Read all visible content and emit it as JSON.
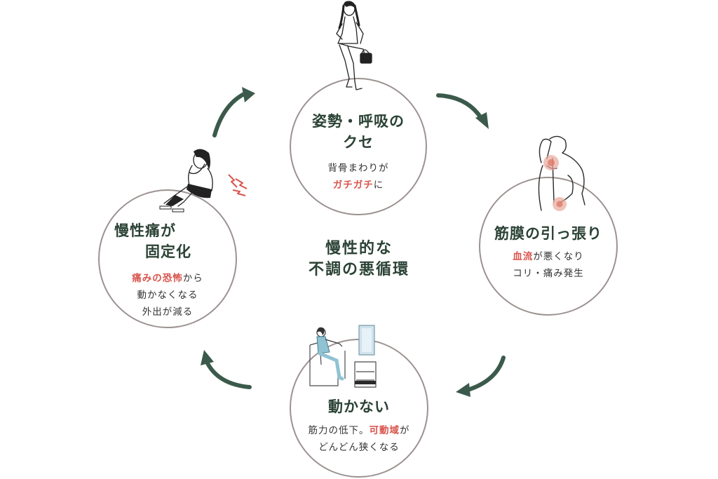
{
  "center": {
    "line1": "慢性的な",
    "line2": "不調の悪循環"
  },
  "nodes": {
    "top": {
      "title_line1": "姿勢・呼吸の",
      "title_line2": "クセ",
      "desc_line1": "背骨まわりが",
      "desc_line2_red": "ガチガチ",
      "desc_line2_rest": "に"
    },
    "right": {
      "title": "筋膜の引っ張り",
      "desc_line1_red": "血流",
      "desc_line1_rest": "が悪くなり",
      "desc_line2": "コリ・痛み発生"
    },
    "bottom": {
      "title": "動かない",
      "desc_line1_pre": "筋力の低下。",
      "desc_line1_red": "可動域",
      "desc_line1_post": "が",
      "desc_line2": "どんどん狭くなる"
    },
    "left": {
      "title_line1": "慢性痛が",
      "title_line2": "固定化",
      "desc_line1_red": "痛みの恐怖",
      "desc_line1_rest": "から",
      "desc_line2": "動かなくなる",
      "desc_line3": "外出が減る"
    }
  },
  "colors": {
    "circle_border": "#9b9290",
    "title_green": "#2b4235",
    "arrow_green": "#3b5a4c",
    "accent_red": "#d9544c",
    "body_text": "#333333"
  },
  "icons": {
    "arrows": [
      "arrow-curved-top-left",
      "arrow-curved-top-right",
      "arrow-curved-bottom-right",
      "arrow-curved-bottom-left"
    ],
    "illustrations": [
      "sitting-woman-illustration",
      "back-pain-man-illustration",
      "woman-at-desk-illustration",
      "crouching-person-illustration",
      "pain-spark-icon"
    ]
  }
}
